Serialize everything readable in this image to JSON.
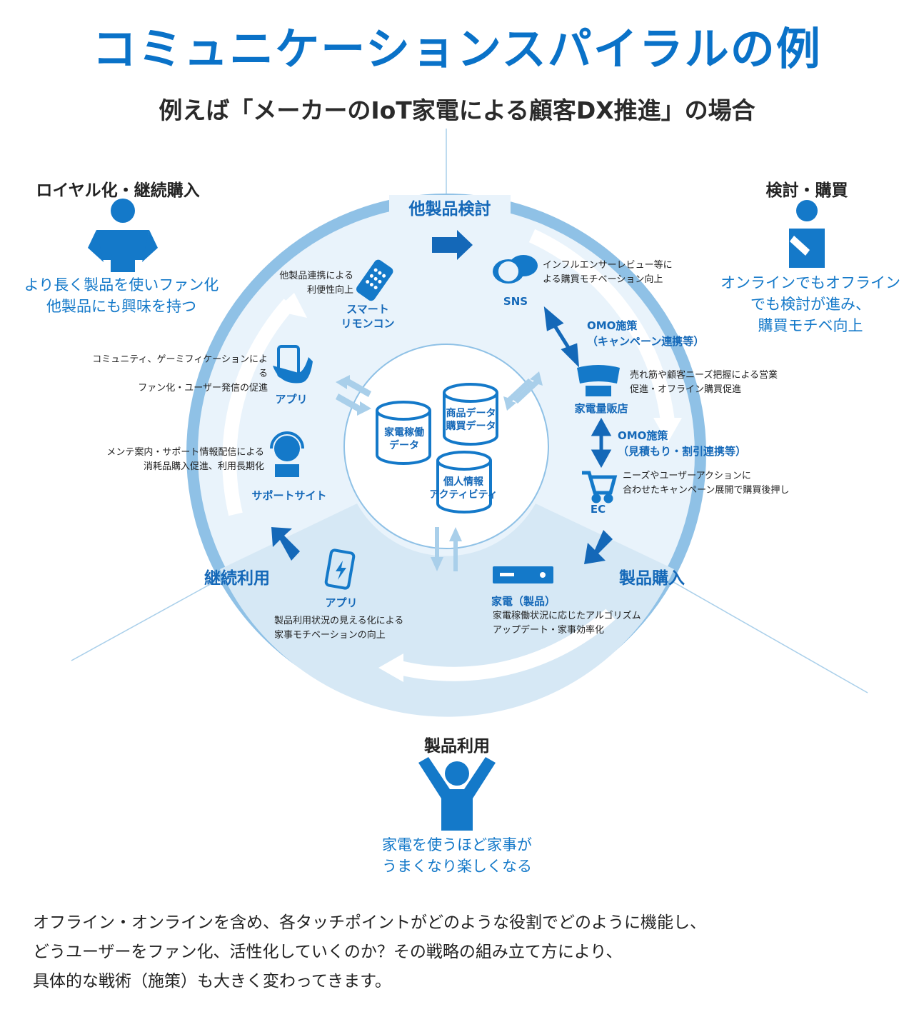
{
  "title": "コミュニケーションスパイラルの例",
  "subtitle": "例えば「メーカーのIoT家電による顧客DX推進」の場合",
  "personas": {
    "loyalty": {
      "title": "ロイヤル化・継続購入",
      "desc": "より長く製品を使いファン化\n他製品にも興味を持つ"
    },
    "consider": {
      "title": "検討・購買",
      "desc": "オンラインでもオフライン\nでも検討が進み、\n購買モチベ向上"
    },
    "usage": {
      "title": "製品利用",
      "desc": "家電を使うほど家事が\nうまくなり楽しくなる"
    }
  },
  "phases": {
    "other_products": "他製品検討",
    "purchase": "製品購入",
    "continued_use": "継続利用"
  },
  "touchpoints": {
    "sns": {
      "name": "SNS",
      "desc": "インフルエンサーレビュー等に\nよる購買モチベーション向上"
    },
    "omo1": "OMO施策\n（キャンペーン連携等）",
    "store": {
      "name": "家電量販店",
      "desc": "売れ筋や顧客ニーズ把握による営業\n促進・オフライン購買促進"
    },
    "omo2": "OMO施策\n（見積もり・割引連携等）",
    "ec": {
      "name": "EC",
      "desc": "ニーズやユーザーアクションに\n合わせたキャンペーン展開で購買後押し"
    },
    "appliance": {
      "name": "家電（製品）",
      "desc": "家電稼働状況に応じたアルゴリズム\nアップデート・家事効率化"
    },
    "app_usage": {
      "name": "アプリ",
      "desc": "製品利用状況の見える化による\n家事モチベーションの向上"
    },
    "support": {
      "name": "サポートサイト",
      "desc": "メンテ案内・サポート情報配信による\n消耗品購入促進、利用長期化"
    },
    "app_community": {
      "name": "アプリ",
      "desc": "コミュニティ、ゲーミフィケーションによる\nファン化・ユーザー発信の促進"
    },
    "remote": {
      "name": "スマート\nリモンコン",
      "desc": "他製品連携による\n利便性向上"
    }
  },
  "databases": {
    "product": "商品データ\n購買データ",
    "operation": "家電稼働\nデータ",
    "personal": "個人情報\nアクティビティ"
  },
  "footer": "オフライン・オンラインを含め、各タッチポイントがどのような役割でどのように機能し、\nどうユーザーをファン化、活性化していくのか？その戦略の組み立て方により、\n具体的な戦術（施策）も大きく変わってきます。",
  "colors": {
    "title_blue": "#0a72c8",
    "ring": "#8fc1e6",
    "disc": "#e9f3fb",
    "disc_bottom": "#d7e9f6",
    "arrow_dark": "#1468b8",
    "arrow_light": "#a9cfea",
    "icon_blue": "#1479c9"
  },
  "icons": [
    "person-hands-on-hips-icon",
    "person-thinking-icon",
    "person-arms-up-icon",
    "remote-control-icon",
    "sns-chat-icon",
    "store-icon",
    "cart-icon",
    "set-top-box-icon",
    "smartphone-icon",
    "support-headset-icon",
    "phone-in-hand-icon",
    "database-icon"
  ]
}
